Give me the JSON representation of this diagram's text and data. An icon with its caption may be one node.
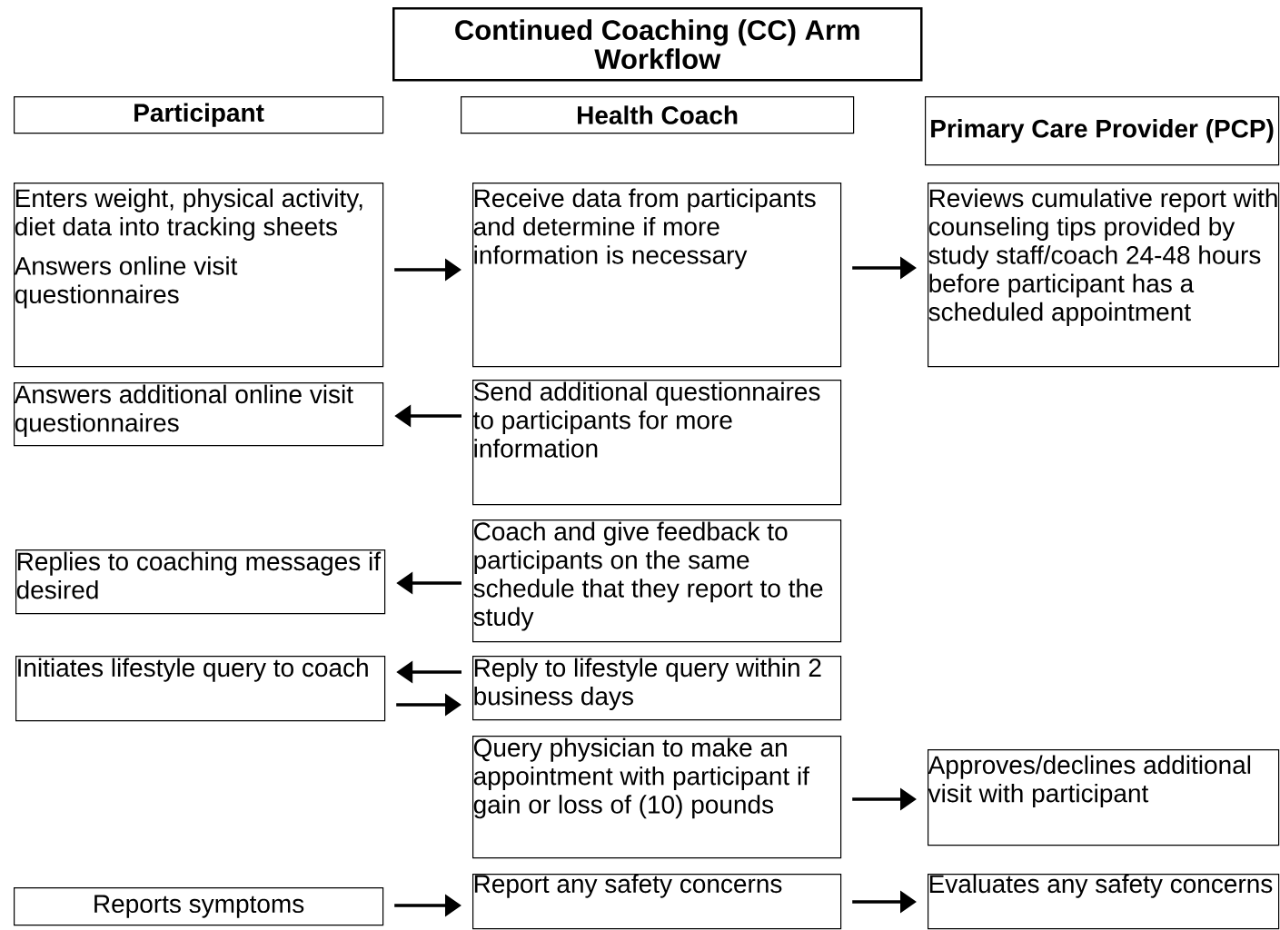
{
  "diagram": {
    "nodes": [
      {
        "text": [
          "Continued Coaching (CC) Arm Workflow"
        ]
      },
      {
        "text": [
          "Participant"
        ]
      },
      {
        "text": [
          "Health Coach"
        ]
      },
      {
        "text": [
          "Primary Care Provider (PCP)"
        ]
      },
      {
        "text": [
          "Enters weight, physical activity, diet data into tracking sheets",
          "Answers online visit questionnaires"
        ]
      },
      {
        "text": [
          "Receive data from participants and determine if more information is necessary"
        ]
      },
      {
        "text": [
          "Reviews cumulative report with counseling tips provided by study staff/coach 24-48 hours before participant has a scheduled appointment"
        ]
      },
      {
        "text": [
          "Answers additional online visit questionnaires"
        ]
      },
      {
        "text": [
          "Send additional questionnaires to participants for more information"
        ]
      },
      {
        "text": [
          "Replies to coaching messages if desired"
        ]
      },
      {
        "text": [
          "Coach and give feedback to participants on the same schedule that they report to the study"
        ]
      },
      {
        "text": [
          "Initiates lifestyle query to coach"
        ]
      },
      {
        "text": [
          "Reply to lifestyle query within 2 business days"
        ]
      },
      {
        "text": [
          "Query physician to make an appointment with participant if gain or loss of (10) pounds"
        ]
      },
      {
        "text": [
          "Approves/declines additional visit with participant"
        ]
      },
      {
        "text": [
          "Reports symptoms"
        ]
      },
      {
        "text": [
          "Report any safety concerns"
        ]
      },
      {
        "text": [
          "Evaluates any safety concerns"
        ]
      }
    ],
    "edges": [
      {
        "from": 4,
        "to": 5,
        "arrow": "to"
      },
      {
        "from": 5,
        "to": 6,
        "arrow": "to"
      },
      {
        "from": 8,
        "to": 7,
        "arrow": "to"
      },
      {
        "from": 10,
        "to": 9,
        "arrow": "to"
      },
      {
        "from": 12,
        "to": 11,
        "arrow": "to"
      },
      {
        "from": 11,
        "to": 12,
        "arrow": "to"
      },
      {
        "from": 13,
        "to": 14,
        "arrow": "to"
      },
      {
        "from": 15,
        "to": 16,
        "arrow": "to"
      },
      {
        "from": 16,
        "to": 17,
        "arrow": "to"
      }
    ]
  }
}
